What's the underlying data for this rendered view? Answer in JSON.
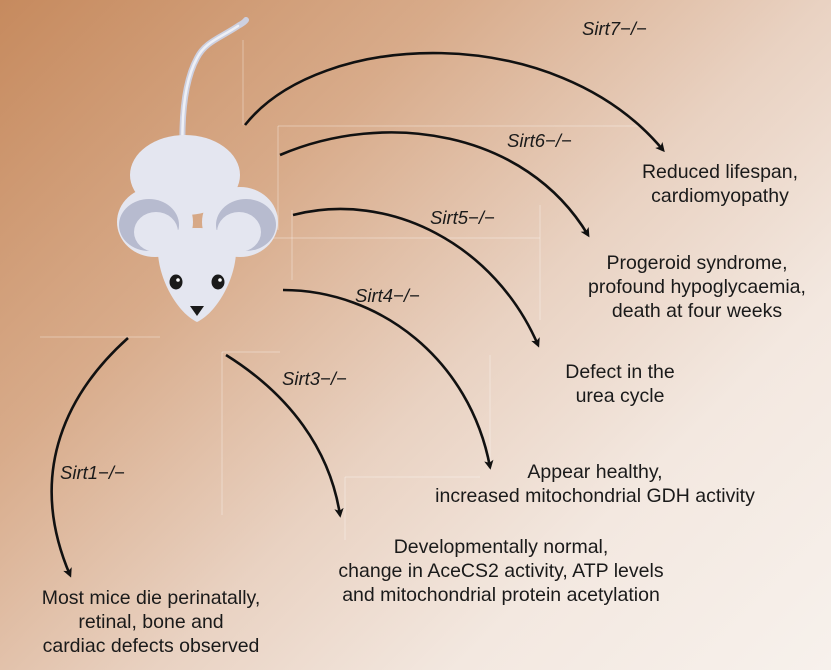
{
  "arrows": [
    {
      "label": "Sirt7−/−",
      "outcome": [
        "Reduced lifespan,",
        "cardiomyopathy"
      ]
    },
    {
      "label": "Sirt6−/−",
      "outcome": [
        "Progeroid syndrome,",
        "profound hypoglycaemia,",
        "death at four weeks"
      ]
    },
    {
      "label": "Sirt5−/−",
      "outcome": [
        "Defect in the",
        "urea cycle"
      ]
    },
    {
      "label": "Sirt4−/−",
      "outcome": [
        "Appear healthy,",
        "increased mitochondrial GDH activity"
      ]
    },
    {
      "label": "Sirt3−/−",
      "outcome": [
        "Developmentally normal,",
        "change in AceCS2 activity, ATP levels",
        "and mitochondrial protein acetylation"
      ]
    },
    {
      "label": "Sirt1−/−",
      "outcome": [
        "Most mice die perinatally,",
        "retinal, bone and",
        "cardiac defects observed"
      ]
    }
  ],
  "colors": {
    "background_warm": "#c68a5e",
    "background_light": "#f7f1ec",
    "mouse_body": "#e4e6f0",
    "ear_inner": "#b7bbcf",
    "arrow": "#111111"
  },
  "icons": {
    "mouse": "mouse-icon"
  }
}
